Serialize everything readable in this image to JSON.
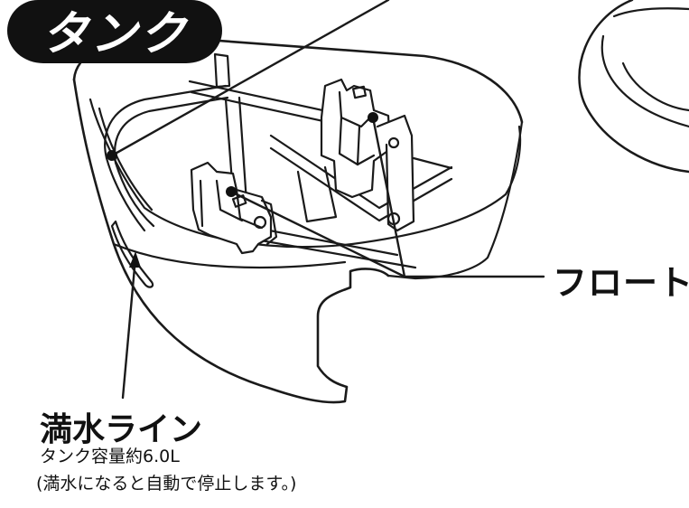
{
  "title": "タンク",
  "callouts": {
    "float": "フロート",
    "full_line": "満水ライン",
    "capacity": "タンク容量約6.0L",
    "note": "(満水になると自動で停止します。)"
  },
  "colors": {
    "ink": "#111111",
    "label_bg": "#111111",
    "label_text": "#ffffff",
    "paper": "#ffffff"
  }
}
